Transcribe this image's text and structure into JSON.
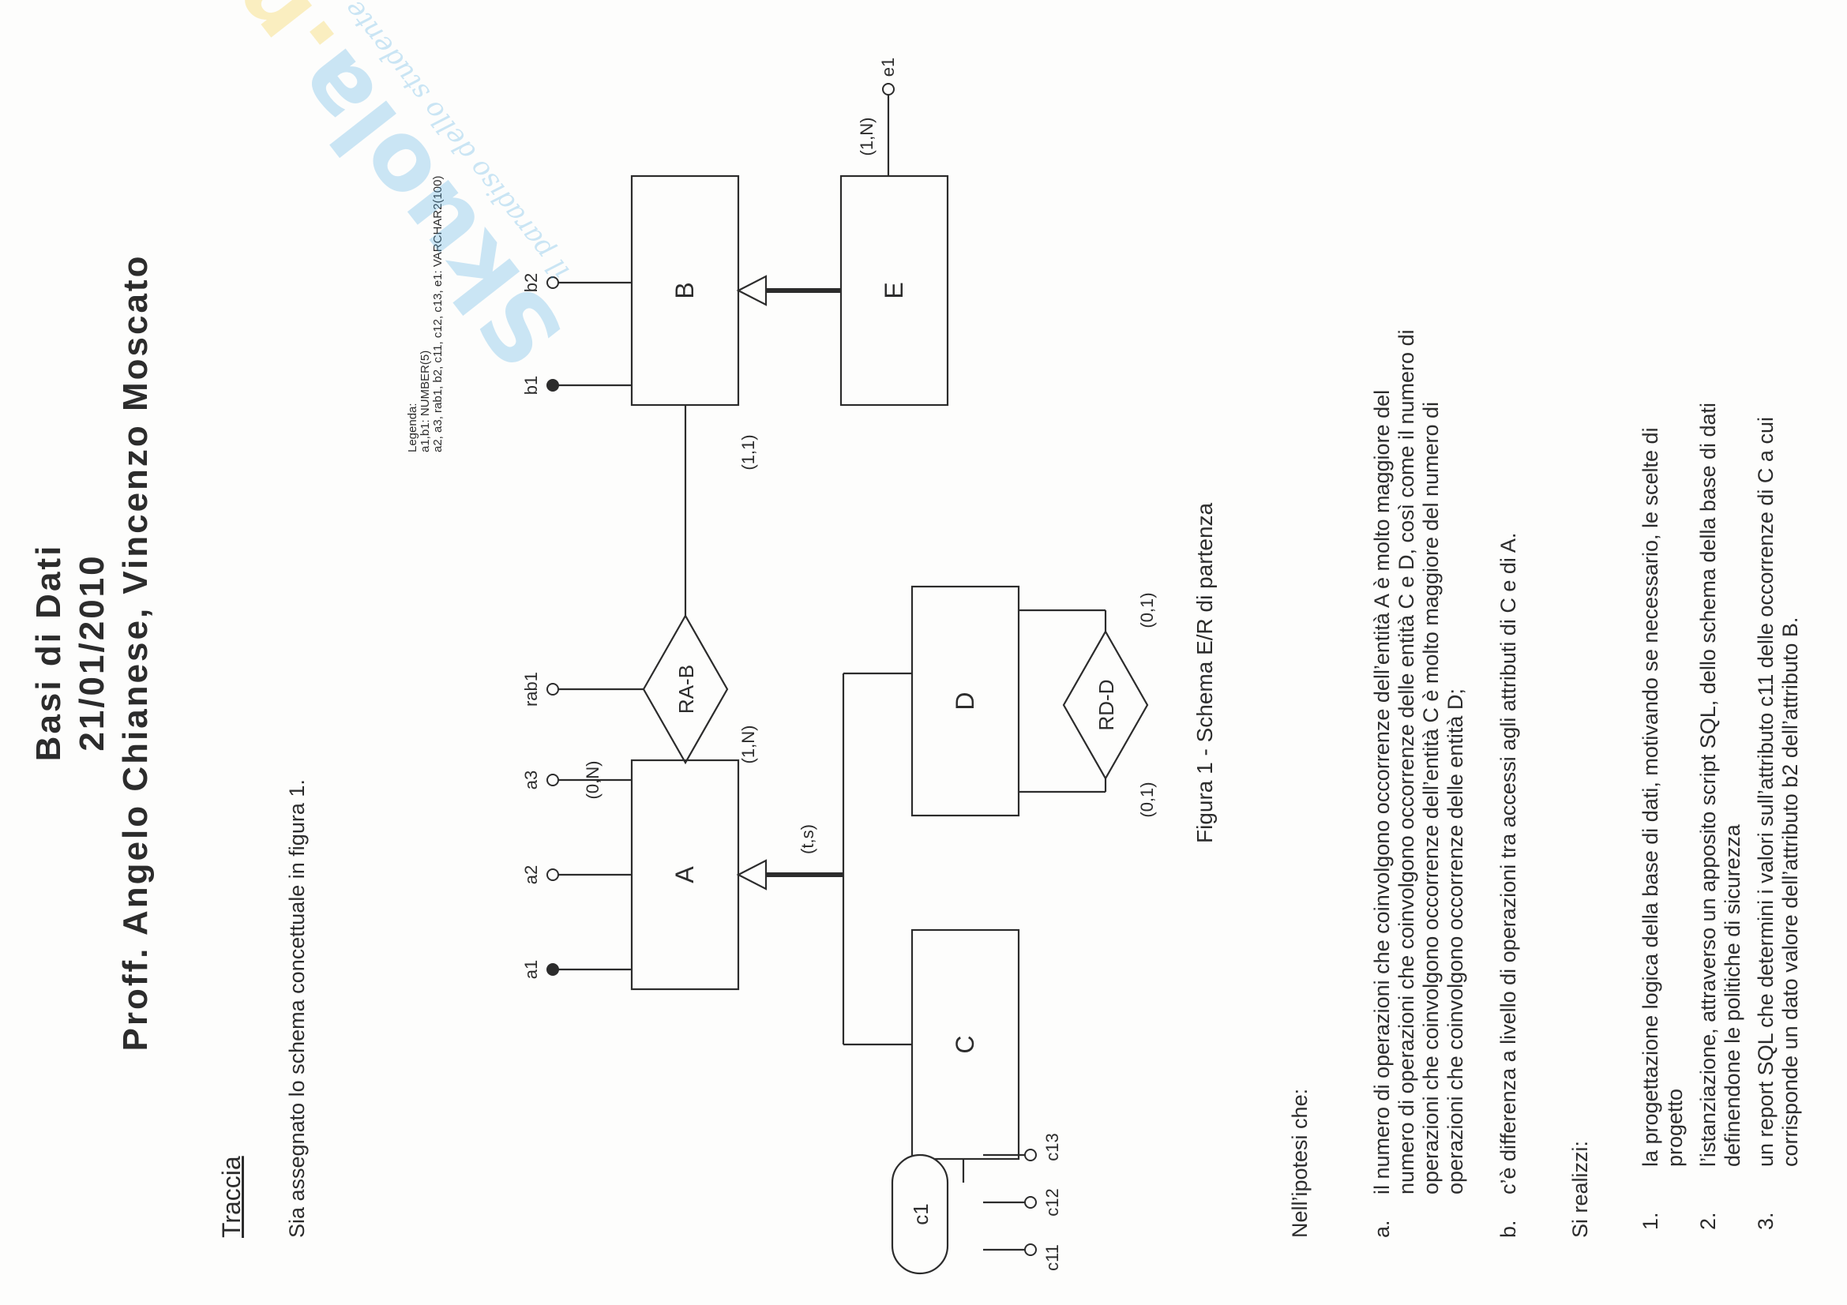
{
  "header": {
    "course": "Basi di Dati",
    "date": "21/01/2010",
    "professors": "Proff. Angelo Chianese, Vincenzo Moscato"
  },
  "traccia": {
    "heading": "Traccia",
    "intro": "Sia assegnato lo schema concettuale in figura 1."
  },
  "legend": {
    "title": "Legenda:",
    "line1": "a1,b1: NUMBER(5)",
    "line2": "a2, a3, rab1, b2, c11, c12, c13, e1: VARCHAR2(100)"
  },
  "diagram": {
    "entities": [
      "A",
      "B",
      "C",
      "D",
      "E"
    ],
    "relationship_rab": "RA-B",
    "relationship_rdd": "RD-D",
    "attr_a1": "a1",
    "attr_a2": "a2",
    "attr_a3": "a3",
    "attr_a3_card": "(0,N)",
    "attr_b1": "b1",
    "attr_b2": "b2",
    "attr_rab1": "rab1",
    "attr_e1": "e1",
    "attr_e1_card": "(1,N)",
    "composite": "c1",
    "attr_c11": "c11",
    "attr_c12": "c12",
    "attr_c13": "c13",
    "card_a_rab": "(1,N)",
    "card_b_rab": "(1,1)",
    "card_rdd_1": "(0,1)",
    "card_rdd_2": "(0,1)",
    "generalization": "(t,s)"
  },
  "figure_caption": "Figura 1 - Schema E/R di partenza",
  "watermark": {
    "brand": "Skuola",
    "tld": ".net",
    "tagline": "il paradiso dello studente"
  },
  "ipotesi": {
    "heading": "Nell’ipotesi che:",
    "items": [
      {
        "marker": "a.",
        "lines": [
          "il numero di operazioni che coinvolgono occorrenze dell’entità A è molto maggiore del",
          "numero di operazioni che coinvolgono occorrenze delle entità C e D, così come il numero di",
          "operazioni che coinvolgono occorrenze dell’entità C è molto maggiore del numero di",
          "operazioni che coinvolgono occorrenze delle entità D;"
        ]
      },
      {
        "marker": "b.",
        "lines": [
          "c’è differenza a livello di operazioni tra accessi agli attributi di C e di A."
        ]
      }
    ]
  },
  "realizzi": {
    "heading": "Si realizzi:",
    "items": [
      {
        "marker": "1.",
        "lines": [
          "la progettazione logica della base di dati, motivando se necessario, le scelte di",
          "progetto"
        ]
      },
      {
        "marker": "2.",
        "lines": [
          "l’istanziazione, attraverso un apposito script SQL, dello schema della base di dati",
          "definendone le politiche di sicurezza"
        ]
      },
      {
        "marker": "3.",
        "lines": [
          "un report SQL che determini i valori sull’attributo c11 delle occorrenze di C a cui",
          "corrisponde un dato valore dell’attributo b2 dell’attributo B."
        ]
      }
    ]
  },
  "colors": {
    "ink": "#2c2c2c",
    "watermark": "#4aa8e0",
    "watermark_accent": "#f3c82a"
  }
}
